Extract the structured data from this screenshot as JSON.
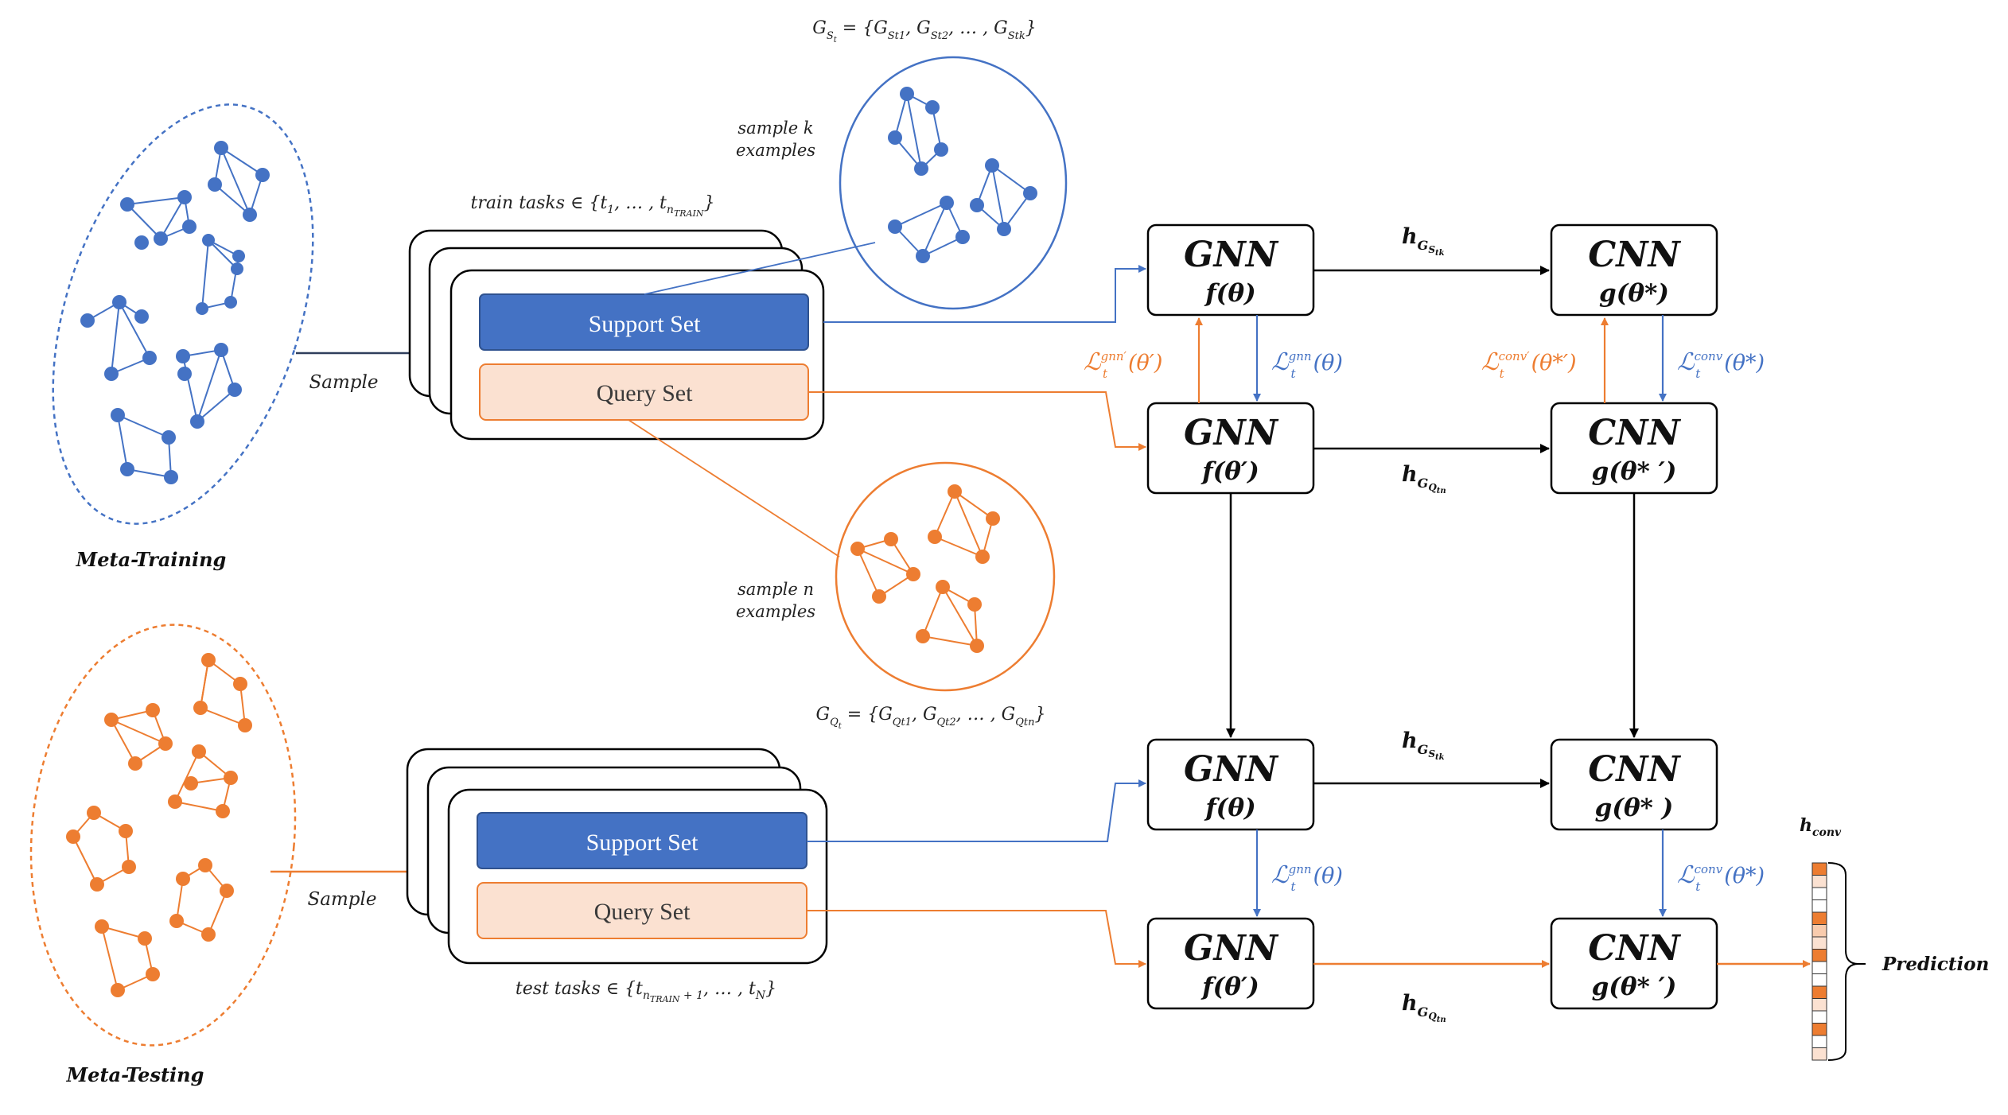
{
  "colors": {
    "blue": "#4472c4",
    "orange": "#ed7d31",
    "query_fill": "#fbe1d1",
    "black": "#000000"
  },
  "regions": {
    "meta_training": "Meta-Training",
    "meta_testing": "Meta-Testing"
  },
  "sample_label": "Sample",
  "train_tasks": "train tasks ∈ {t₁, … , t_nTRAIN}",
  "test_tasks": "test tasks  ∈ {t_nTRAIN + 1, … , t_N}",
  "support_set": "Support Set",
  "query_set": "Query Set",
  "sample_k": [
    "sample k",
    "examples"
  ],
  "sample_n": [
    "sample n",
    "examples"
  ],
  "gs_formula": "G_St  =  {G_St1, G_St2, … , G_Stk}",
  "gq_formula": "G_Qt  =  {G_Qt1, G_Qt2, … , G_Qtn}",
  "nets": {
    "gnn": "GNN",
    "cnn": "CNN",
    "f_theta": "f(θ)",
    "f_theta_p": "f(θ′)",
    "g_theta_star": "g(θ*)",
    "g_theta_star_p": "g(θ* ′)",
    "g_theta_star_sp": "g(θ* )"
  },
  "losses": {
    "gnn_prime": "ℒ_t^gnn′ (θ′)",
    "gnn": "ℒ_t^gnn (θ)",
    "conv_prime": "ℒ_t^conv′ (θ*′)",
    "conv": "ℒ_t^conv (θ*)"
  },
  "edges": {
    "h_gs": "h_GStk",
    "h_gq": "h_GQtn"
  },
  "h_conv": "h_conv",
  "prediction": "Prediction"
}
